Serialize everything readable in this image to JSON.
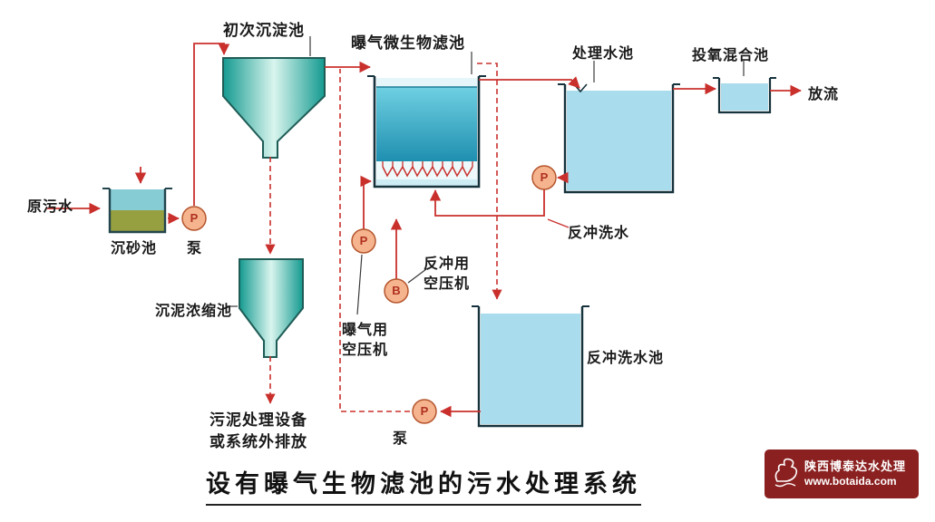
{
  "diagram": {
    "title": "设有曝气生物滤池的污水处理系统",
    "labels": {
      "raw_sewage": "原污水",
      "grit_chamber": "沉砂池",
      "pump": "泵",
      "primary_clarifier": "初次沉淀池",
      "sludge_thickener": "沉泥浓缩池",
      "sludge_disposal_line1": "污泥处理设备",
      "sludge_disposal_line2": "或系统外排放",
      "biofilter": "曝气微生物滤池",
      "treated_water_tank": "处理水池",
      "oxygen_mixing_tank": "投氧混合池",
      "discharge": "放流",
      "aeration_compressor_line1": "曝气用",
      "aeration_compressor_line2": "空压机",
      "backwash_compressor_line1": "反冲用",
      "backwash_compressor_line2": "空压机",
      "backwash_water": "反冲洗水",
      "backwash_tank": "反冲洗水池"
    },
    "letters": {
      "pump": "P",
      "blower": "B"
    },
    "colors": {
      "flow_line": "#c9302c",
      "tank_water": "#a9dcec",
      "biofilter_media": "#2f9fbe",
      "funnel_teal": "#17a094",
      "grit_olive": "#97a040",
      "pump_fill": "#f5b48e",
      "badge": "#8b2020"
    }
  },
  "watermark": {
    "company": "陕西博泰达水处理",
    "website": "www.botaida.com"
  }
}
